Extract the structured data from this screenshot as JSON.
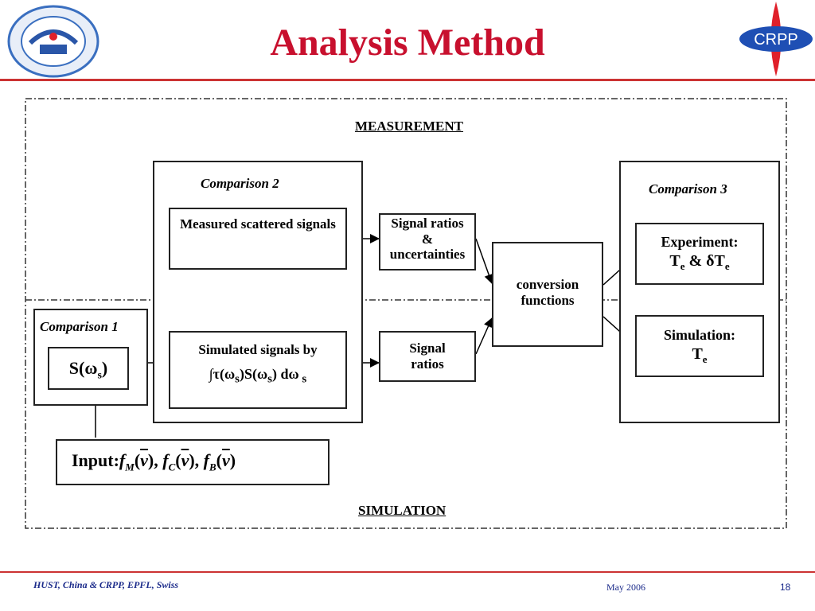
{
  "header": {
    "title": "Analysis Method",
    "logo_right_text": "CRPP"
  },
  "diagram": {
    "measurement_label": "MEASUREMENT",
    "simulation_label": "SIMULATION",
    "comparison1": "Comparison 1",
    "comparison2": "Comparison 2",
    "comparison3": "Comparison 3",
    "s_omega": "S(ω",
    "s_omega_sub": "s",
    "s_omega_close": ")",
    "measured_signals": "Measured scattered signals",
    "simulated_signals": "Simulated signals by",
    "integral_formula": "∫τ(ω",
    "integral_formula_sub1": "s",
    "integral_formula_mid": ")S(ω",
    "integral_formula_sub2": "s",
    "integral_formula_end": ") dω",
    "integral_formula_sub3": " s",
    "signal_ratios_unc_1": "Signal ratios",
    "signal_ratios_unc_2": "&",
    "signal_ratios_unc_3": "uncertainties",
    "signal_ratios_1": "Signal",
    "signal_ratios_2": "ratios",
    "conversion_1": "conversion",
    "conversion_2": "functions",
    "experiment_label": "Experiment:",
    "experiment_T": "T",
    "experiment_sub": "e",
    "experiment_amp": " & δT",
    "experiment_sub2": "e",
    "simulation_result": "Simulation:",
    "simulation_T": "T",
    "simulation_sub": "e",
    "input_label": "Input:",
    "input_f": "f",
    "input_fM_sub": "M",
    "input_fC_sub": "C",
    "input_fB_sub": "B",
    "input_v": "v",
    "input_sep": ",",
    "input_open": "(",
    "input_close": ")"
  },
  "footer": {
    "affiliation": "HUST, China   & CRPP,  EPFL,  Swiss",
    "date": "May   2006",
    "page": "18"
  },
  "colors": {
    "title": "#c8102e",
    "rule": "#cc3333",
    "footer": "#1a2a8a",
    "crpp_blue": "#1f4fb4",
    "crpp_red": "#e0202a"
  }
}
